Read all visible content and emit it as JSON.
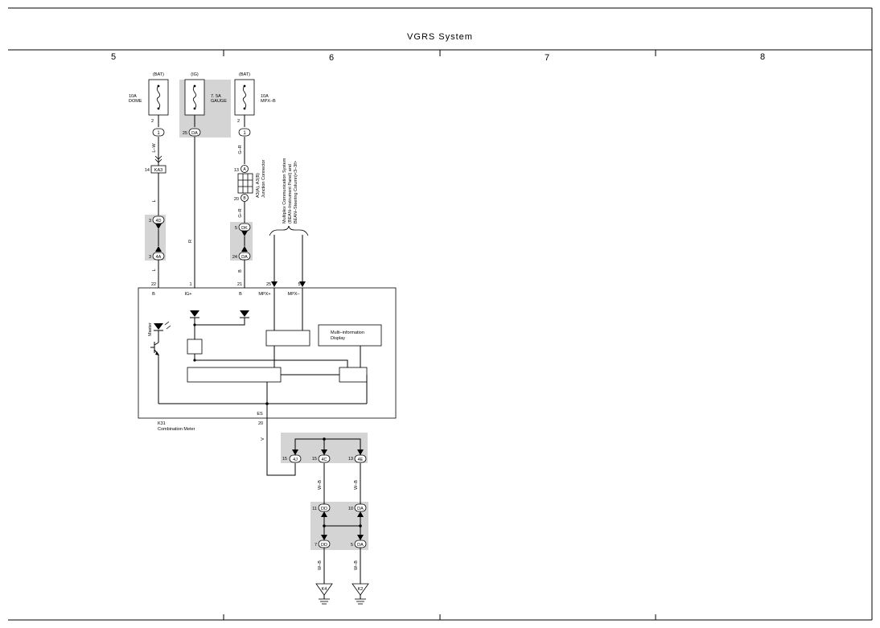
{
  "header": {
    "title": "VGRS System",
    "columns": [
      "5",
      "6",
      "7",
      "8"
    ]
  },
  "fuses": [
    {
      "source": "(BAT)",
      "rating": "10A",
      "name": "DOME"
    },
    {
      "source": "(IG)",
      "rating": "7. 5A",
      "name": "GAUGE"
    },
    {
      "source": "(BAT)",
      "rating": "10A",
      "name": "MPX–B"
    }
  ],
  "connectors": {
    "c1": {
      "pin": "2",
      "id": "1"
    },
    "c2": {
      "pin": "25",
      "id": "DA"
    },
    "c3": {
      "pin": "2",
      "id": "1"
    },
    "ka3": {
      "pin": "14",
      "id": "KA3"
    },
    "a13": {
      "pin": "13",
      "id": "A"
    },
    "b20": {
      "pin": "20",
      "id": "B"
    },
    "d4d": {
      "pin": "3",
      "id": "4D"
    },
    "d4a": {
      "pin": "3",
      "id": "4A"
    },
    "dk": {
      "pin": "5",
      "id": "DK"
    },
    "da24": {
      "pin": "24",
      "id": "DA"
    },
    "j4j": {
      "pin": "15",
      "id": "4J"
    },
    "j4c": {
      "pin": "15",
      "id": "4C"
    },
    "j4e": {
      "pin": "13",
      "id": "4E"
    },
    "dd11": {
      "pin": "11",
      "id": "DD"
    },
    "da10": {
      "pin": "10",
      "id": "DA"
    },
    "dd7": {
      "pin": "7",
      "id": "DD"
    },
    "da5": {
      "pin": "5",
      "id": "DA"
    }
  },
  "wires": {
    "lw": "L–W",
    "l1": "L",
    "l2": "L",
    "r": "R",
    "gr1": "G–R",
    "gr2": "G–R",
    "b": "B",
    "v": "V",
    "wb1": "W–B",
    "wb2": "W–B",
    "wb3": "W–B",
    "wb4": "W–B"
  },
  "junction_connector": {
    "line1": "A3(A), A3(B)",
    "line2": "Junction Connector"
  },
  "mpx_bus": {
    "line1": "Multiplex Communication System",
    "line2": "(BEAN–Instrument Panel) and",
    "line3": "BEAN–Steering Column)<3–3f>"
  },
  "meter": {
    "pins": [
      "22",
      "1",
      "21",
      "25",
      "5"
    ],
    "terms": [
      "B",
      "IG+",
      "B",
      "MPX+",
      "MPX–"
    ],
    "master_label": "Master",
    "display_line1": "Multi–information",
    "display_line2": "Display",
    "es_label": "ES",
    "es_pin": "20",
    "code": "K31",
    "name": "Combination Meter"
  },
  "grounds": [
    "K4",
    "K2"
  ]
}
